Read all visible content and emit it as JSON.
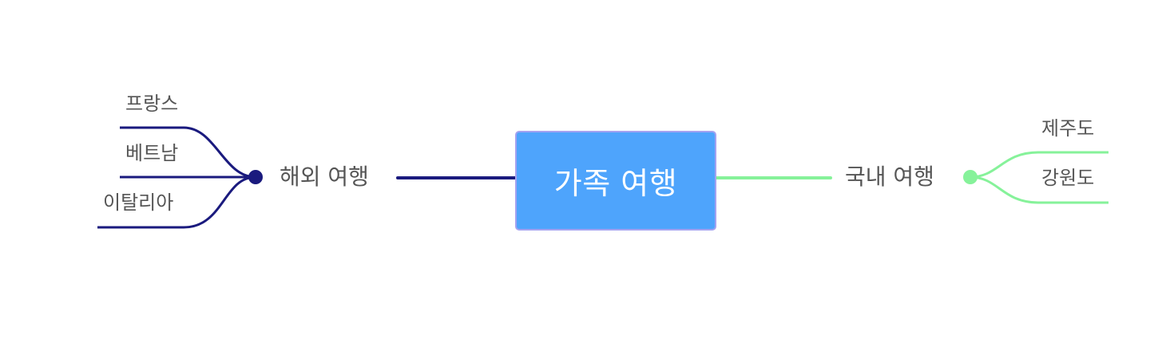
{
  "mindmap": {
    "central": {
      "label": "가족 여행",
      "fill": "#4ea4fc",
      "border": "#a4a2f0"
    },
    "left_branch": {
      "label": "해외 여행",
      "color": "#1a1a7e",
      "leaves": [
        "프랑스",
        "베트남",
        "이탈리아"
      ]
    },
    "right_branch": {
      "label": "국내 여행",
      "color": "#86f29a",
      "leaves": [
        "제주도",
        "강원도"
      ]
    }
  }
}
